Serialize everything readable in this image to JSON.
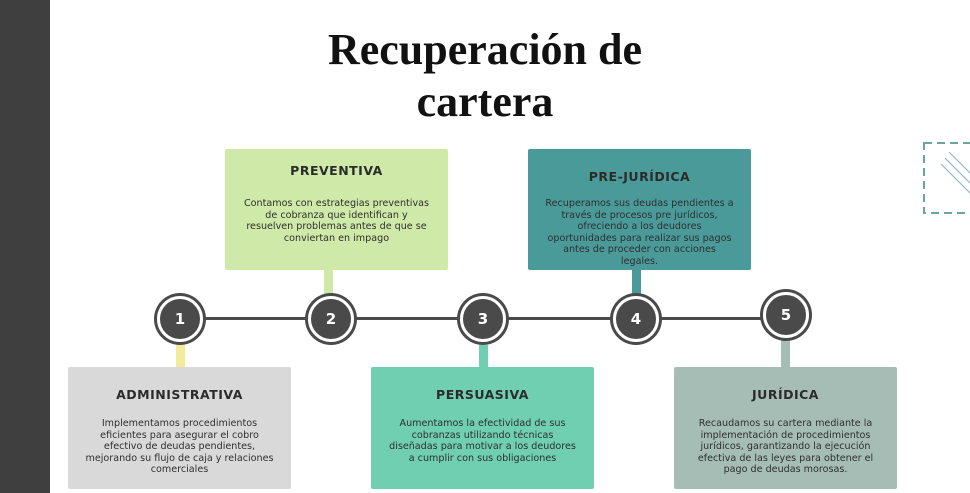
{
  "title": {
    "line1": "Recuperación de",
    "line2": "cartera"
  },
  "colors": {
    "sidebar": "#3f3f3f",
    "timeline": "#4a4a4a",
    "administrativa": "#d9d9d9",
    "preventiva": "#cfeaa8",
    "persuasiva": "#6fcfb0",
    "prejuridica": "#4a9a9a",
    "juridica": "#a5bdb4",
    "conn_1": "#f2eb9a",
    "conn_2": "#cfeaa8",
    "conn_3": "#6fcfb0",
    "conn_4": "#4a9a9a",
    "conn_5": "#a5bdb4"
  },
  "nodes": [
    "1",
    "2",
    "3",
    "4",
    "5"
  ],
  "stages": {
    "administrativa": {
      "title": "ADMINISTRATIVA",
      "desc": "Implementamos procedimientos eficientes para asegurar el cobro efectivo de deudas pendientes, mejorando su flujo de caja y relaciones comerciales"
    },
    "preventiva": {
      "title": "PREVENTIVA",
      "desc": "Contamos con estrategias preventivas de cobranza que identifican y resuelven problemas antes de que se conviertan en impago"
    },
    "persuasiva": {
      "title": "PERSUASIVA",
      "desc": "Aumentamos la efectividad de sus cobranzas utilizando técnicas diseñadas para motivar a los deudores a cumplir con sus obligaciones"
    },
    "prejuridica": {
      "title": "PRE-JURÍDICA",
      "desc": "Recuperamos sus deudas pendientes a través de procesos pre jurídicos, ofreciendo a los deudores oportunidades para realizar sus pagos antes de proceder con acciones legales."
    },
    "juridica": {
      "title": "JURÍDICA",
      "desc": "Recaudamos su cartera mediante la implementación de procedimientos jurídicos, garantizando la ejecución efectiva de las leyes para obtener el pago de deudas morosas."
    }
  }
}
